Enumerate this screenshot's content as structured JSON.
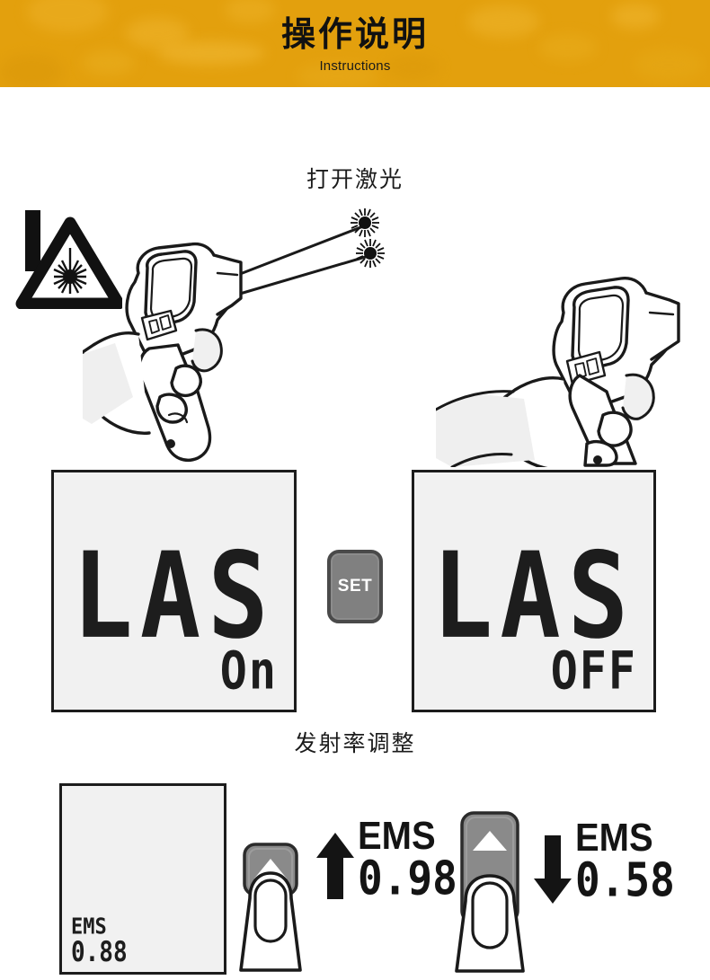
{
  "header": {
    "title": "操作说明",
    "subtitle": "Instructions",
    "bg_color": "#e3a00d",
    "text_color": "#111111"
  },
  "sections": {
    "laser_caption": "打开激光",
    "emissivity_caption": "发射率调整"
  },
  "icons": {
    "laser_warning": "laser-warning-triangle",
    "laser_beam_dot": "laser-burst"
  },
  "laser_demo": {
    "left": {
      "illustration": "hand-holding-infrared-thermometer-with-laser-beams",
      "lcd": {
        "main": "LAS",
        "sub": "On"
      }
    },
    "set_button": {
      "label": "SET",
      "body_color": "#808080",
      "border_color": "#4a4a4a",
      "label_color": "#ffffff"
    },
    "right": {
      "illustration": "hand-holding-infrared-thermometer-no-laser",
      "lcd": {
        "main": "LAS",
        "sub": "OFF"
      }
    }
  },
  "emissivity_demo": {
    "display_panel": {
      "label": "EMS",
      "value": "0.88"
    },
    "increase": {
      "button_icon": "up-triangle-button",
      "arrow": "arrow-up",
      "label": "EMS",
      "value": "0.98"
    },
    "decrease": {
      "button_icon": "up-triangle-button",
      "arrow": "arrow-down",
      "label": "EMS",
      "value": "0.58"
    }
  },
  "colors": {
    "lcd_bg": "#f1f1f1",
    "lcd_border": "#1c1c1c",
    "segment": "#1d1d1d",
    "line_art": "#1a1a1a"
  }
}
